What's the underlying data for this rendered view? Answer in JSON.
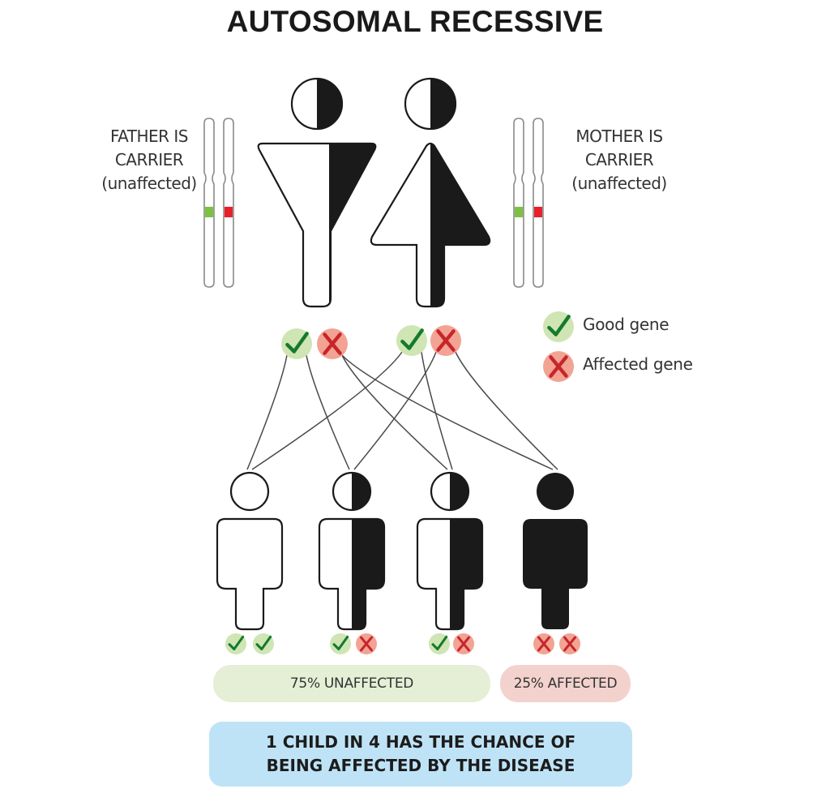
{
  "title": "AUTOSOMAL RECESSIVE",
  "parents": {
    "father": {
      "label_line1": "FATHER IS",
      "label_line2": "CARRIER",
      "label_line3": "(unaffected)",
      "genes": [
        "good",
        "affected"
      ]
    },
    "mother": {
      "label_line1": "MOTHER IS",
      "label_line2": "CARRIER",
      "label_line3": "(unaffected)",
      "genes": [
        "good",
        "affected"
      ]
    }
  },
  "legend": {
    "good": {
      "label": "Good gene",
      "icon": "check-icon"
    },
    "affected": {
      "label": "Affected gene",
      "icon": "cross-icon"
    }
  },
  "children": [
    {
      "genes": [
        "good",
        "good"
      ],
      "status": "unaffected"
    },
    {
      "genes": [
        "good",
        "affected"
      ],
      "status": "carrier"
    },
    {
      "genes": [
        "good",
        "affected"
      ],
      "status": "carrier"
    },
    {
      "genes": [
        "affected",
        "affected"
      ],
      "status": "affected"
    }
  ],
  "outcomes": {
    "unaffected_label": "75% UNAFFECTED",
    "affected_label": "25% AFFECTED",
    "unaffected_percent": 75,
    "affected_percent": 25
  },
  "summary": {
    "line1": "1 CHILD IN 4 HAS THE CHANCE OF",
    "line2": "BEING AFFECTED BY THE DISEASE"
  },
  "colors": {
    "good_gene_band": "#7cc242",
    "affected_gene_band": "#e8202a",
    "good_badge_bg": "#cfe5b4",
    "good_check": "#157a2c",
    "affected_badge_bg": "#f2a393",
    "affected_cross": "#c7252b",
    "unaffected_pill": "#e4efd6",
    "affected_pill": "#f3d2cd",
    "summary_bg": "#bfe3f6"
  }
}
